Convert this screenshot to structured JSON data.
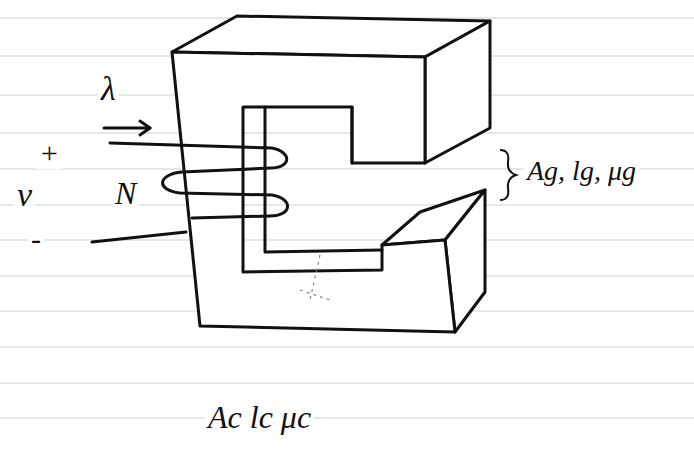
{
  "diagram": {
    "labels": [
      "λ",
      "+",
      "v",
      "-",
      "N",
      "Ag, lg, μg",
      "Ac lc μc"
    ]
  }
}
